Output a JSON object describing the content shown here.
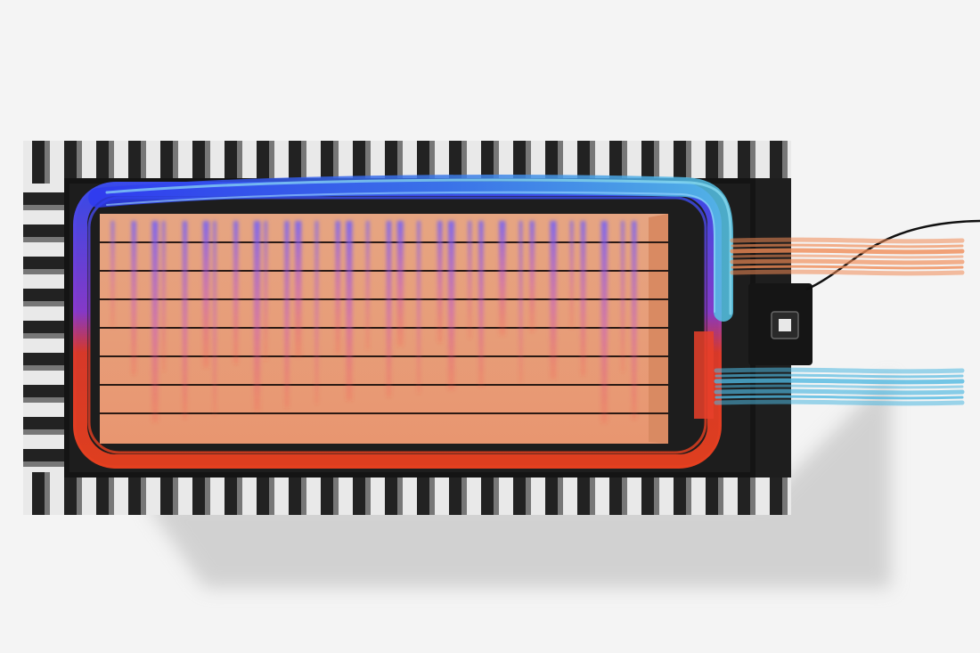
{
  "scene": {
    "subject": "container-airflow-render",
    "colors": {
      "background": "#f4f4f4",
      "container_dark": "#1a1a1a",
      "container_light": "#e6e6e6",
      "cargo": "#e8a07f",
      "cold_air": "#4fb8e0",
      "cold_air_deep": "#3a5cf0",
      "warm_air": "#e84a2a",
      "exhaust_air": "#f08a55",
      "unit_body": "#151515"
    },
    "cargo_layers": 8,
    "flow_strands": 7,
    "flow_vertical_streaks": 32
  }
}
